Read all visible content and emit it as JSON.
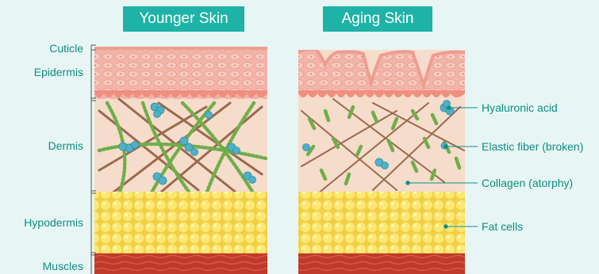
{
  "panels": {
    "young_title": "Younger Skin",
    "aging_title": "Aging Skin"
  },
  "layers": {
    "cuticle": "Cuticle",
    "epidermis": "Epidermis",
    "dermis": "Dermis",
    "hypodermis": "Hypodermis",
    "muscles": "Muscles"
  },
  "annotations": {
    "hyaluronic_acid": "Hyaluronic acid",
    "elastic_fiber": "Elastic fiber (broken)",
    "collagen": "Collagen (atorphy)",
    "fat_cells": "Fat cells"
  },
  "colors": {
    "accent": "#1fb3a7",
    "label_text": "#0d8d83",
    "background": "#e7f6f4",
    "epidermis": "#f2b3a8",
    "dermis": "#f6dccb",
    "collagen": "#9a6a4e",
    "elastic_fiber": "#6fae4a",
    "hyaluronic": "#4fb0c6",
    "fat": "#f8e26a",
    "muscle": "#c0392b"
  }
}
